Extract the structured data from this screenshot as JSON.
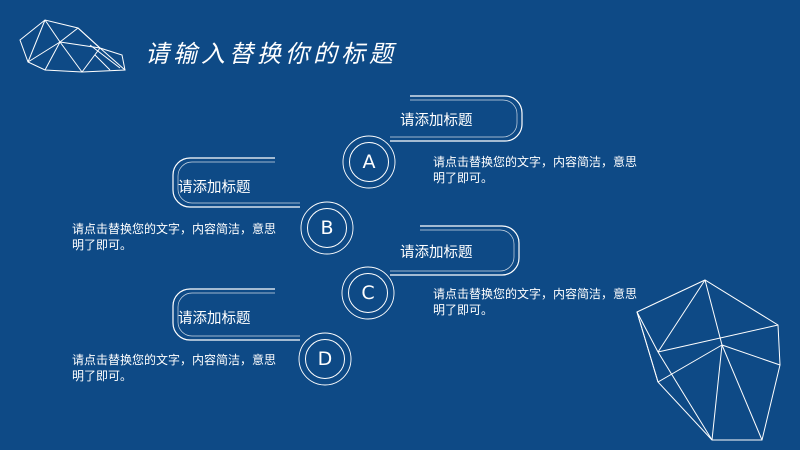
{
  "title": "请输入替换你的标题",
  "items": [
    {
      "letter": "A",
      "heading": "请添加标题",
      "desc": "请点击替换您的文字，内容简洁，意思明了即可。"
    },
    {
      "letter": "B",
      "heading": "请添加标题",
      "desc": "请点击替换您的文字，内容简洁，意思明了即可。"
    },
    {
      "letter": "C",
      "heading": "请添加标题",
      "desc": "请点击替换您的文字，内容简洁，意思明了即可。"
    },
    {
      "letter": "D",
      "heading": "请添加标题",
      "desc": "请点击替换您的文字，内容简洁，意思明了即可。"
    }
  ],
  "colors": {
    "background": "#0e4a86",
    "line": "#ffffff"
  },
  "icons": [
    "polygon-gem-icon-top-left",
    "polygon-gem-icon-bottom-right"
  ]
}
